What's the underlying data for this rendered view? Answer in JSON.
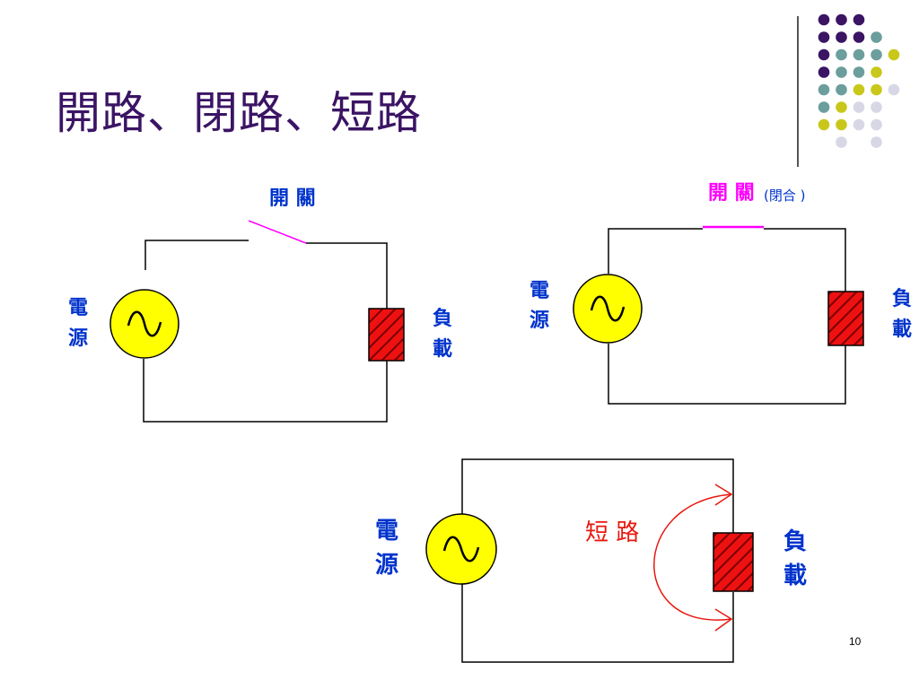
{
  "slide": {
    "title": "開路、閉路、短路",
    "page_number": "10"
  },
  "colors": {
    "title": "#3b1464",
    "label_blue": "#0033cc",
    "switch_pink": "#ff00ff",
    "short_red": "#e8170f",
    "source_fill": "#ffff00",
    "load_fill": "#ee1111",
    "dot_purple": "#3b1464",
    "dot_teal": "#6b9e9c",
    "dot_olive": "#c9c81a",
    "dot_lavender": "#d7d7e6"
  },
  "open_circuit": {
    "switch_label": "開 關",
    "source_label": [
      "電",
      "源"
    ],
    "load_label": [
      "負",
      "載"
    ]
  },
  "closed_circuit": {
    "switch_label": "開 關",
    "switch_note": "(閉合 )",
    "source_label": [
      "電",
      "源"
    ],
    "load_label": [
      "負",
      "載"
    ]
  },
  "short_circuit": {
    "short_label": "短 路",
    "source_label": [
      "電",
      "源"
    ],
    "load_label": [
      "負",
      "載"
    ]
  },
  "decoration_dots": [
    [
      "purple",
      "purple",
      "purple",
      "",
      "",
      ""
    ],
    [
      "purple",
      "purple",
      "purple",
      "teal",
      "",
      ""
    ],
    [
      "purple",
      "teal",
      "teal",
      "teal",
      "olive",
      ""
    ],
    [
      "purple",
      "teal",
      "teal",
      "olive",
      "",
      ""
    ],
    [
      "teal",
      "teal",
      "olive",
      "olive",
      "lavender",
      ""
    ],
    [
      "teal",
      "olive",
      "lavender",
      "lavender",
      "",
      ""
    ],
    [
      "olive",
      "olive",
      "lavender",
      "lavender",
      "",
      ""
    ],
    [
      "",
      "lavender",
      "",
      "lavender",
      "",
      ""
    ]
  ]
}
